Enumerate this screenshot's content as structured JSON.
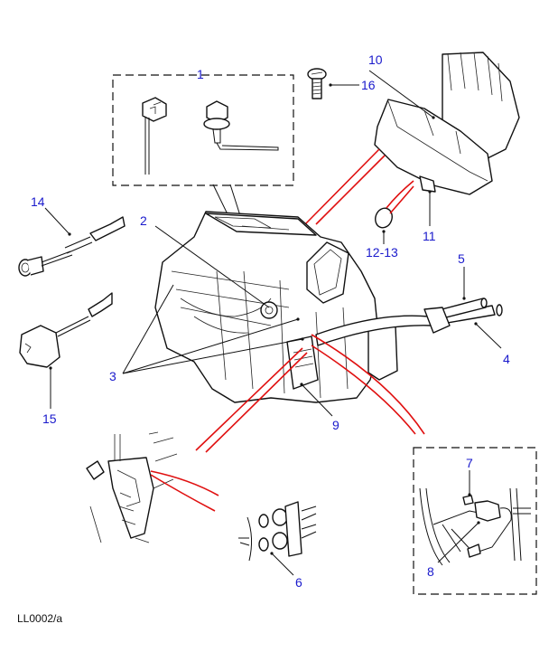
{
  "diagram": {
    "reference_code": "LL0002/a",
    "callouts": [
      {
        "id": "1",
        "label": "1"
      },
      {
        "id": "2",
        "label": "2"
      },
      {
        "id": "3",
        "label": "3"
      },
      {
        "id": "4",
        "label": "4"
      },
      {
        "id": "5",
        "label": "5"
      },
      {
        "id": "6",
        "label": "6"
      },
      {
        "id": "7",
        "label": "7"
      },
      {
        "id": "8",
        "label": "8"
      },
      {
        "id": "9",
        "label": "9"
      },
      {
        "id": "10",
        "label": "10"
      },
      {
        "id": "11",
        "label": "11"
      },
      {
        "id": "12-13",
        "label": "12-13"
      },
      {
        "id": "14",
        "label": "14"
      },
      {
        "id": "15",
        "label": "15"
      },
      {
        "id": "16",
        "label": "16"
      }
    ],
    "colors": {
      "callout_text": "#1a1acc",
      "leader_line": "#111111",
      "detail_link": "#e01010",
      "background": "#ffffff"
    }
  }
}
